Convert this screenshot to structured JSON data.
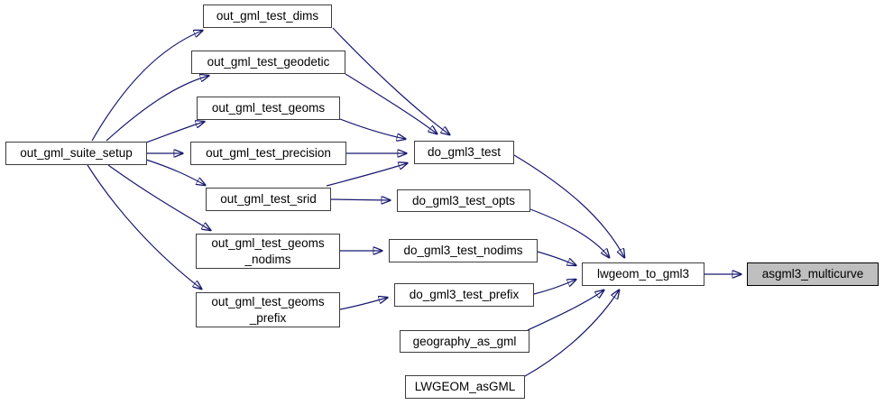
{
  "diagram": {
    "kind": "doxygen-call-graph",
    "background_color": "#ffffff",
    "edge_color": "#191970",
    "node_fill": "#ffffff",
    "node_border": "#3d3d3d",
    "highlight_fill": "#bfbfbf",
    "highlight_border": "#000000"
  },
  "nodes": {
    "out_gml_suite_setup": {
      "label": "out_gml_suite_setup"
    },
    "out_gml_test_dims": {
      "label": "out_gml_test_dims"
    },
    "out_gml_test_geodetic": {
      "label": "out_gml_test_geodetic"
    },
    "out_gml_test_geoms": {
      "label": "out_gml_test_geoms"
    },
    "out_gml_test_precision": {
      "label": "out_gml_test_precision"
    },
    "out_gml_test_srid": {
      "label": "out_gml_test_srid"
    },
    "out_gml_test_geoms_nodims": {
      "label": "out_gml_test_geoms\n_nodims"
    },
    "out_gml_test_geoms_prefix": {
      "label": "out_gml_test_geoms\n_prefix"
    },
    "do_gml3_test": {
      "label": "do_gml3_test"
    },
    "do_gml3_test_opts": {
      "label": "do_gml3_test_opts"
    },
    "do_gml3_test_nodims": {
      "label": "do_gml3_test_nodims"
    },
    "do_gml3_test_prefix": {
      "label": "do_gml3_test_prefix"
    },
    "geography_as_gml": {
      "label": "geography_as_gml"
    },
    "LWGEOM_asGML": {
      "label": "LWGEOM_asGML"
    },
    "lwgeom_to_gml3": {
      "label": "lwgeom_to_gml3"
    },
    "asgml3_multicurve": {
      "label": "asgml3_multicurve",
      "highlighted": true
    }
  },
  "edges": [
    {
      "from": "out_gml_suite_setup",
      "to": "out_gml_test_dims"
    },
    {
      "from": "out_gml_suite_setup",
      "to": "out_gml_test_geodetic"
    },
    {
      "from": "out_gml_suite_setup",
      "to": "out_gml_test_geoms"
    },
    {
      "from": "out_gml_suite_setup",
      "to": "out_gml_test_precision"
    },
    {
      "from": "out_gml_suite_setup",
      "to": "out_gml_test_srid"
    },
    {
      "from": "out_gml_suite_setup",
      "to": "out_gml_test_geoms_nodims"
    },
    {
      "from": "out_gml_suite_setup",
      "to": "out_gml_test_geoms_prefix"
    },
    {
      "from": "out_gml_test_dims",
      "to": "do_gml3_test"
    },
    {
      "from": "out_gml_test_geodetic",
      "to": "do_gml3_test"
    },
    {
      "from": "out_gml_test_geoms",
      "to": "do_gml3_test"
    },
    {
      "from": "out_gml_test_precision",
      "to": "do_gml3_test"
    },
    {
      "from": "out_gml_test_srid",
      "to": "do_gml3_test"
    },
    {
      "from": "out_gml_test_srid",
      "to": "do_gml3_test_opts"
    },
    {
      "from": "out_gml_test_geoms_nodims",
      "to": "do_gml3_test_nodims"
    },
    {
      "from": "out_gml_test_geoms_prefix",
      "to": "do_gml3_test_prefix"
    },
    {
      "from": "do_gml3_test",
      "to": "lwgeom_to_gml3"
    },
    {
      "from": "do_gml3_test_opts",
      "to": "lwgeom_to_gml3"
    },
    {
      "from": "do_gml3_test_nodims",
      "to": "lwgeom_to_gml3"
    },
    {
      "from": "do_gml3_test_prefix",
      "to": "lwgeom_to_gml3"
    },
    {
      "from": "geography_as_gml",
      "to": "lwgeom_to_gml3"
    },
    {
      "from": "LWGEOM_asGML",
      "to": "lwgeom_to_gml3"
    },
    {
      "from": "lwgeom_to_gml3",
      "to": "asgml3_multicurve"
    }
  ]
}
